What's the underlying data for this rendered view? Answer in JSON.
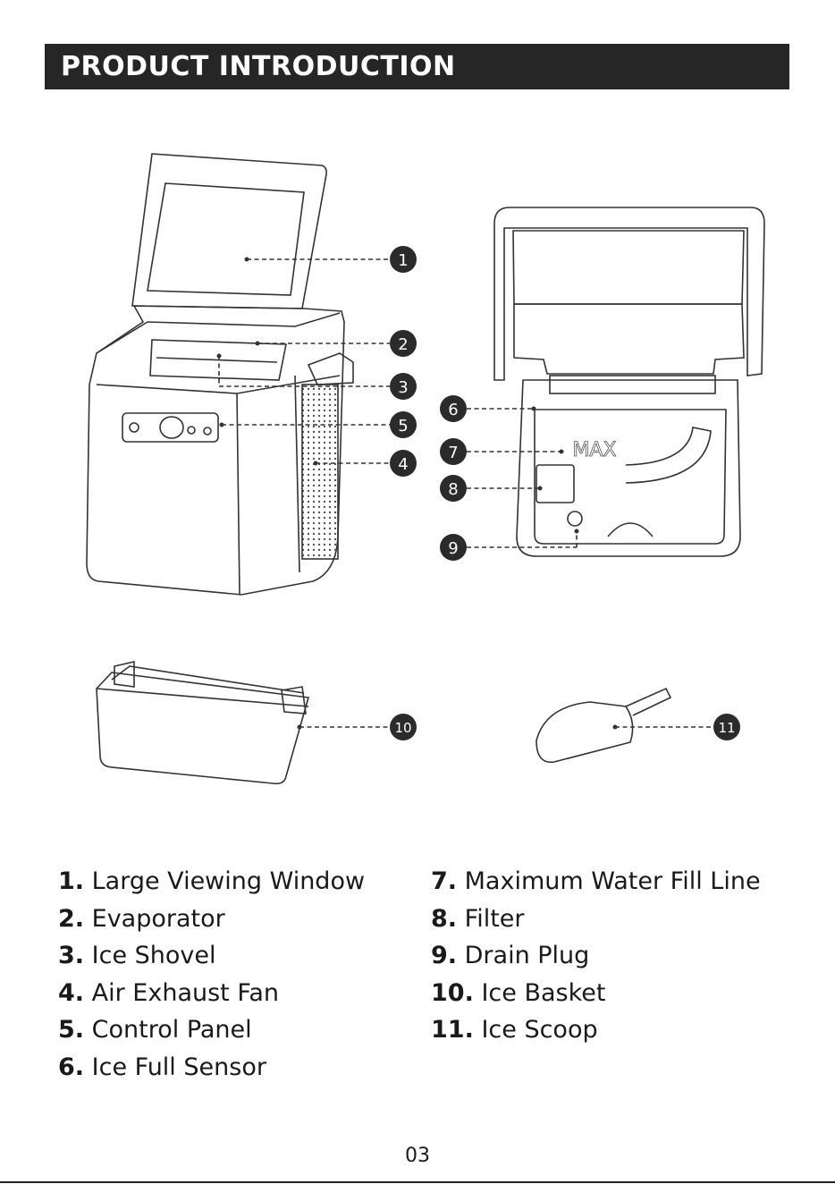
{
  "header": {
    "title": "PRODUCT INTRODUCTION"
  },
  "callouts": [
    "1",
    "2",
    "3",
    "5",
    "4",
    "6",
    "7",
    "8",
    "9",
    "10",
    "11"
  ],
  "diagram_text": {
    "max_label": "MAX"
  },
  "legend_left": [
    {
      "num": "1.",
      "label": "Large Viewing Window"
    },
    {
      "num": "2.",
      "label": "Evaporator"
    },
    {
      "num": "3.",
      "label": "Ice Shovel"
    },
    {
      "num": "4.",
      "label": "Air Exhaust Fan"
    },
    {
      "num": "5.",
      "label": "Control Panel"
    },
    {
      "num": "6.",
      "label": "Ice Full Sensor"
    }
  ],
  "legend_right": [
    {
      "num": "7.",
      "label": "Maximum Water Fill Line"
    },
    {
      "num": "8.",
      "label": "Filter"
    },
    {
      "num": "9.",
      "label": "Drain Plug"
    },
    {
      "num": "10.",
      "label": "Ice Basket"
    },
    {
      "num": "11.",
      "label": "Ice Scoop"
    }
  ],
  "page_number": "03",
  "colors": {
    "header_bg": "#262626",
    "badge": "#2b2b2b",
    "line": "#333333"
  }
}
